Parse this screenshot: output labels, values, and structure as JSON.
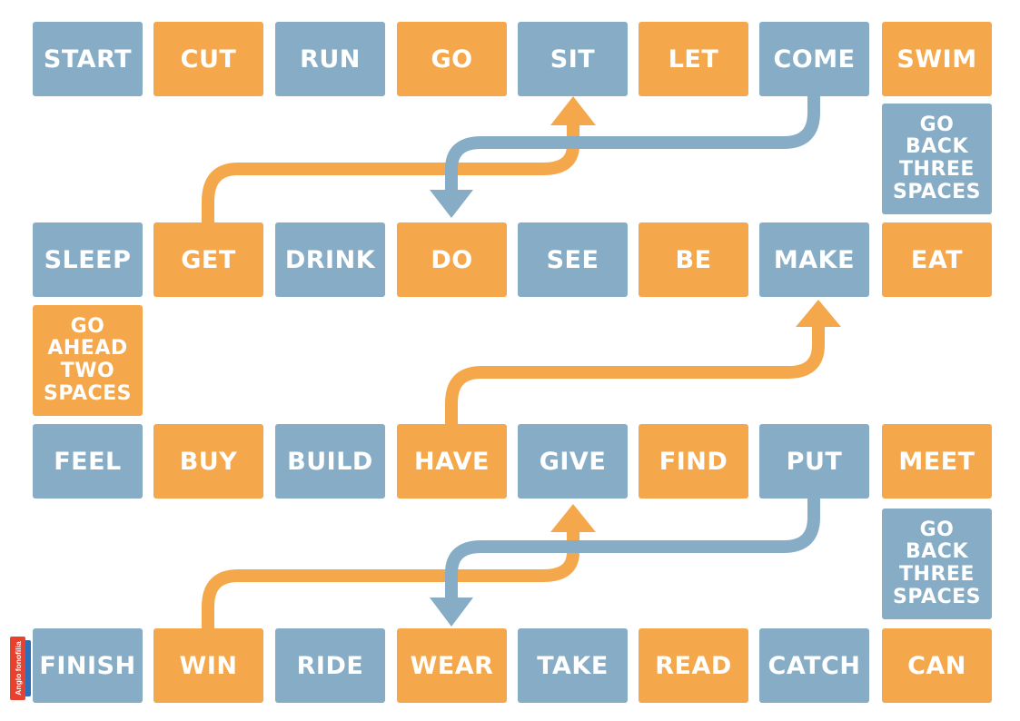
{
  "colors": {
    "blue": "#87adc6",
    "orange": "#f5a84b",
    "background": "#ffffff"
  },
  "brand": {
    "logo_text": "Anglo fonofilia"
  },
  "rows": [
    [
      {
        "label": "START",
        "color": "blue"
      },
      {
        "label": "CUT",
        "color": "orange"
      },
      {
        "label": "RUN",
        "color": "blue"
      },
      {
        "label": "GO",
        "color": "orange"
      },
      {
        "label": "SIT",
        "color": "blue"
      },
      {
        "label": "LET",
        "color": "orange"
      },
      {
        "label": "COME",
        "color": "blue"
      },
      {
        "label": "SWIM",
        "color": "orange"
      }
    ],
    [
      {
        "label": "SLEEP",
        "color": "blue"
      },
      {
        "label": "GET",
        "color": "orange"
      },
      {
        "label": "DRINK",
        "color": "blue"
      },
      {
        "label": "DO",
        "color": "orange"
      },
      {
        "label": "SEE",
        "color": "blue"
      },
      {
        "label": "BE",
        "color": "orange"
      },
      {
        "label": "MAKE",
        "color": "blue"
      },
      {
        "label": "EAT",
        "color": "orange"
      }
    ],
    [
      {
        "label": "FEEL",
        "color": "blue"
      },
      {
        "label": "BUY",
        "color": "orange"
      },
      {
        "label": "BUILD",
        "color": "blue"
      },
      {
        "label": "HAVE",
        "color": "orange"
      },
      {
        "label": "GIVE",
        "color": "blue"
      },
      {
        "label": "FIND",
        "color": "orange"
      },
      {
        "label": "PUT",
        "color": "blue"
      },
      {
        "label": "MEET",
        "color": "orange"
      }
    ],
    [
      {
        "label": "FINISH",
        "color": "blue"
      },
      {
        "label": "WIN",
        "color": "orange"
      },
      {
        "label": "RIDE",
        "color": "blue"
      },
      {
        "label": "WEAR",
        "color": "orange"
      },
      {
        "label": "TAKE",
        "color": "blue"
      },
      {
        "label": "READ",
        "color": "orange"
      },
      {
        "label": "CATCH",
        "color": "blue"
      },
      {
        "label": "CAN",
        "color": "orange"
      }
    ]
  ],
  "bonus_squares": [
    {
      "lines": [
        "GO BACK",
        "THREE",
        "SPACES"
      ],
      "color": "blue",
      "between": "SWIM-EAT"
    },
    {
      "lines": [
        "GO AHEAD",
        "TWO",
        "SPACES"
      ],
      "color": "orange",
      "between": "SLEEP-FEEL"
    },
    {
      "lines": [
        "GO BACK",
        "THREE",
        "SPACES"
      ],
      "color": "blue",
      "between": "MEET-CAN"
    }
  ],
  "arrows": [
    {
      "name": "ladder-get-to-sit",
      "color": "orange",
      "from": "GET",
      "to": "SIT"
    },
    {
      "name": "snake-come-to-do",
      "color": "blue",
      "from": "COME",
      "to": "DO"
    },
    {
      "name": "ladder-have-to-make",
      "color": "orange",
      "from": "HAVE",
      "to": "MAKE"
    },
    {
      "name": "ladder-win-to-give",
      "color": "orange",
      "from": "WIN",
      "to": "GIVE"
    },
    {
      "name": "snake-put-to-wear",
      "color": "blue",
      "from": "PUT",
      "to": "WEAR"
    }
  ]
}
